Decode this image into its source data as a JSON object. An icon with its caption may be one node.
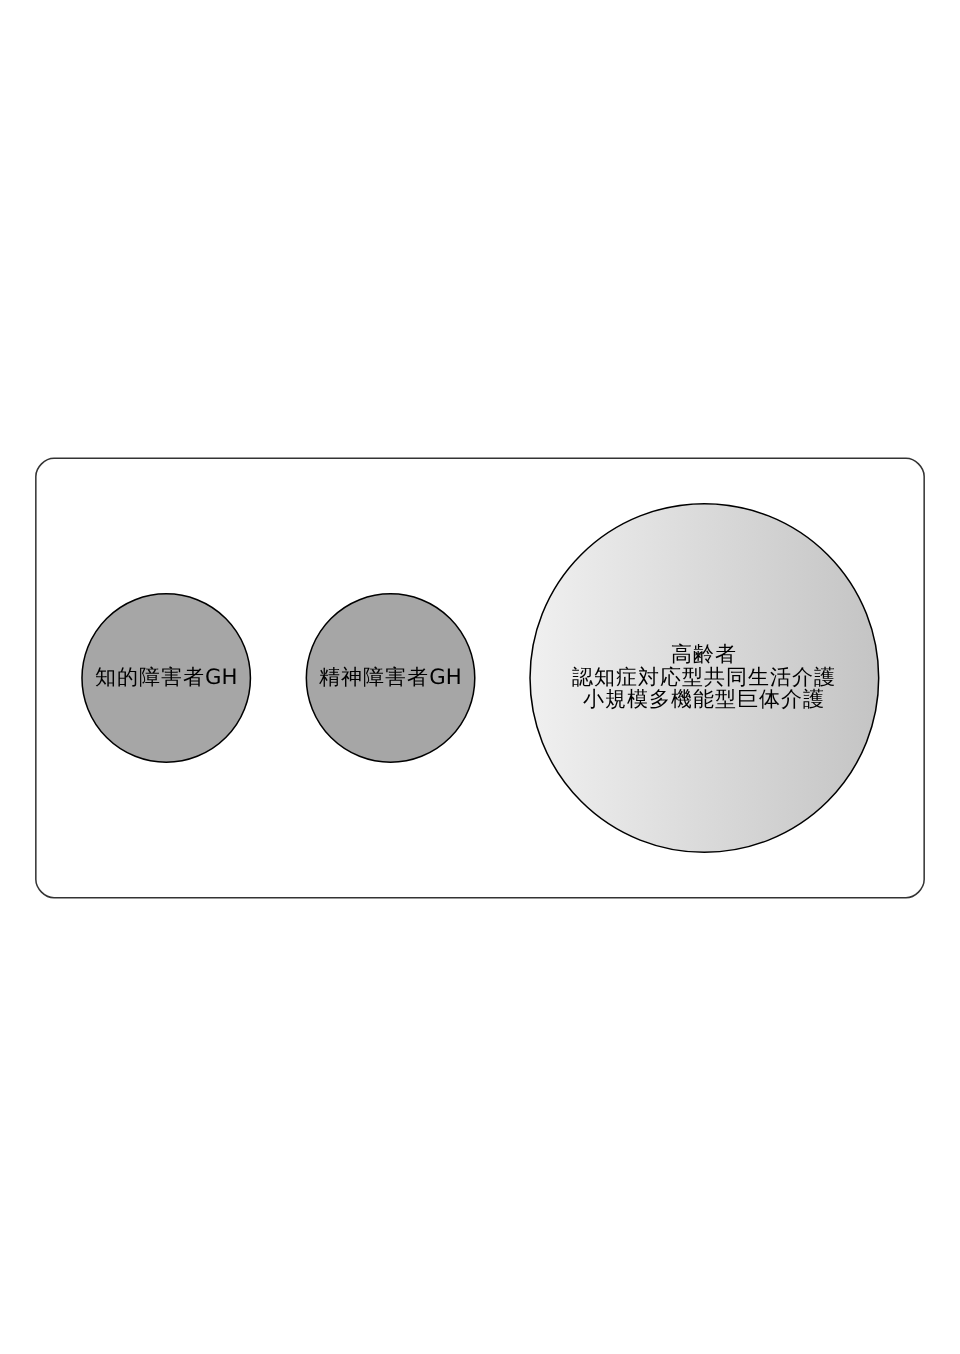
{
  "diagram": {
    "nodes": [
      {
        "text": [],
        "shape": "ellipse"
      },
      {
        "text": [
          "高齢者",
          "認知症対応型共同生活介護",
          "小規模多機能型巨体介護"
        ],
        "in": 0
      },
      {
        "text": [
          "精神障害者GH"
        ],
        "in": 0
      },
      {
        "text": [
          "知的障害者GH"
        ],
        "in": 0
      }
    ]
  }
}
